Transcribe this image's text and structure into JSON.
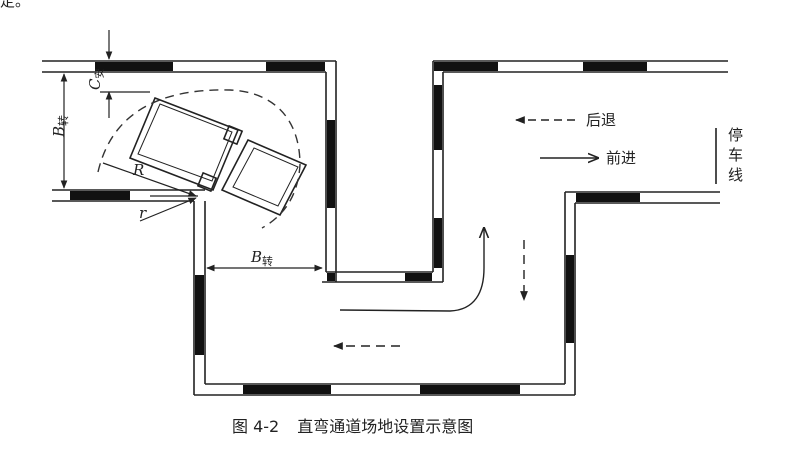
{
  "top_fragment": "定。",
  "caption": {
    "figure_no": "图 4-2",
    "title": "直弯通道场地设置示意图"
  },
  "labels": {
    "width_main": "B",
    "width_sub": "转",
    "clearance_main": "C",
    "clearance_sub": "安",
    "radius": "R",
    "r_small": "r",
    "width2_main": "B",
    "width2_sub": "转"
  },
  "legend": {
    "reverse": "后退",
    "forward": "前进"
  },
  "stop_line": [
    "停",
    "车",
    "线"
  ]
}
